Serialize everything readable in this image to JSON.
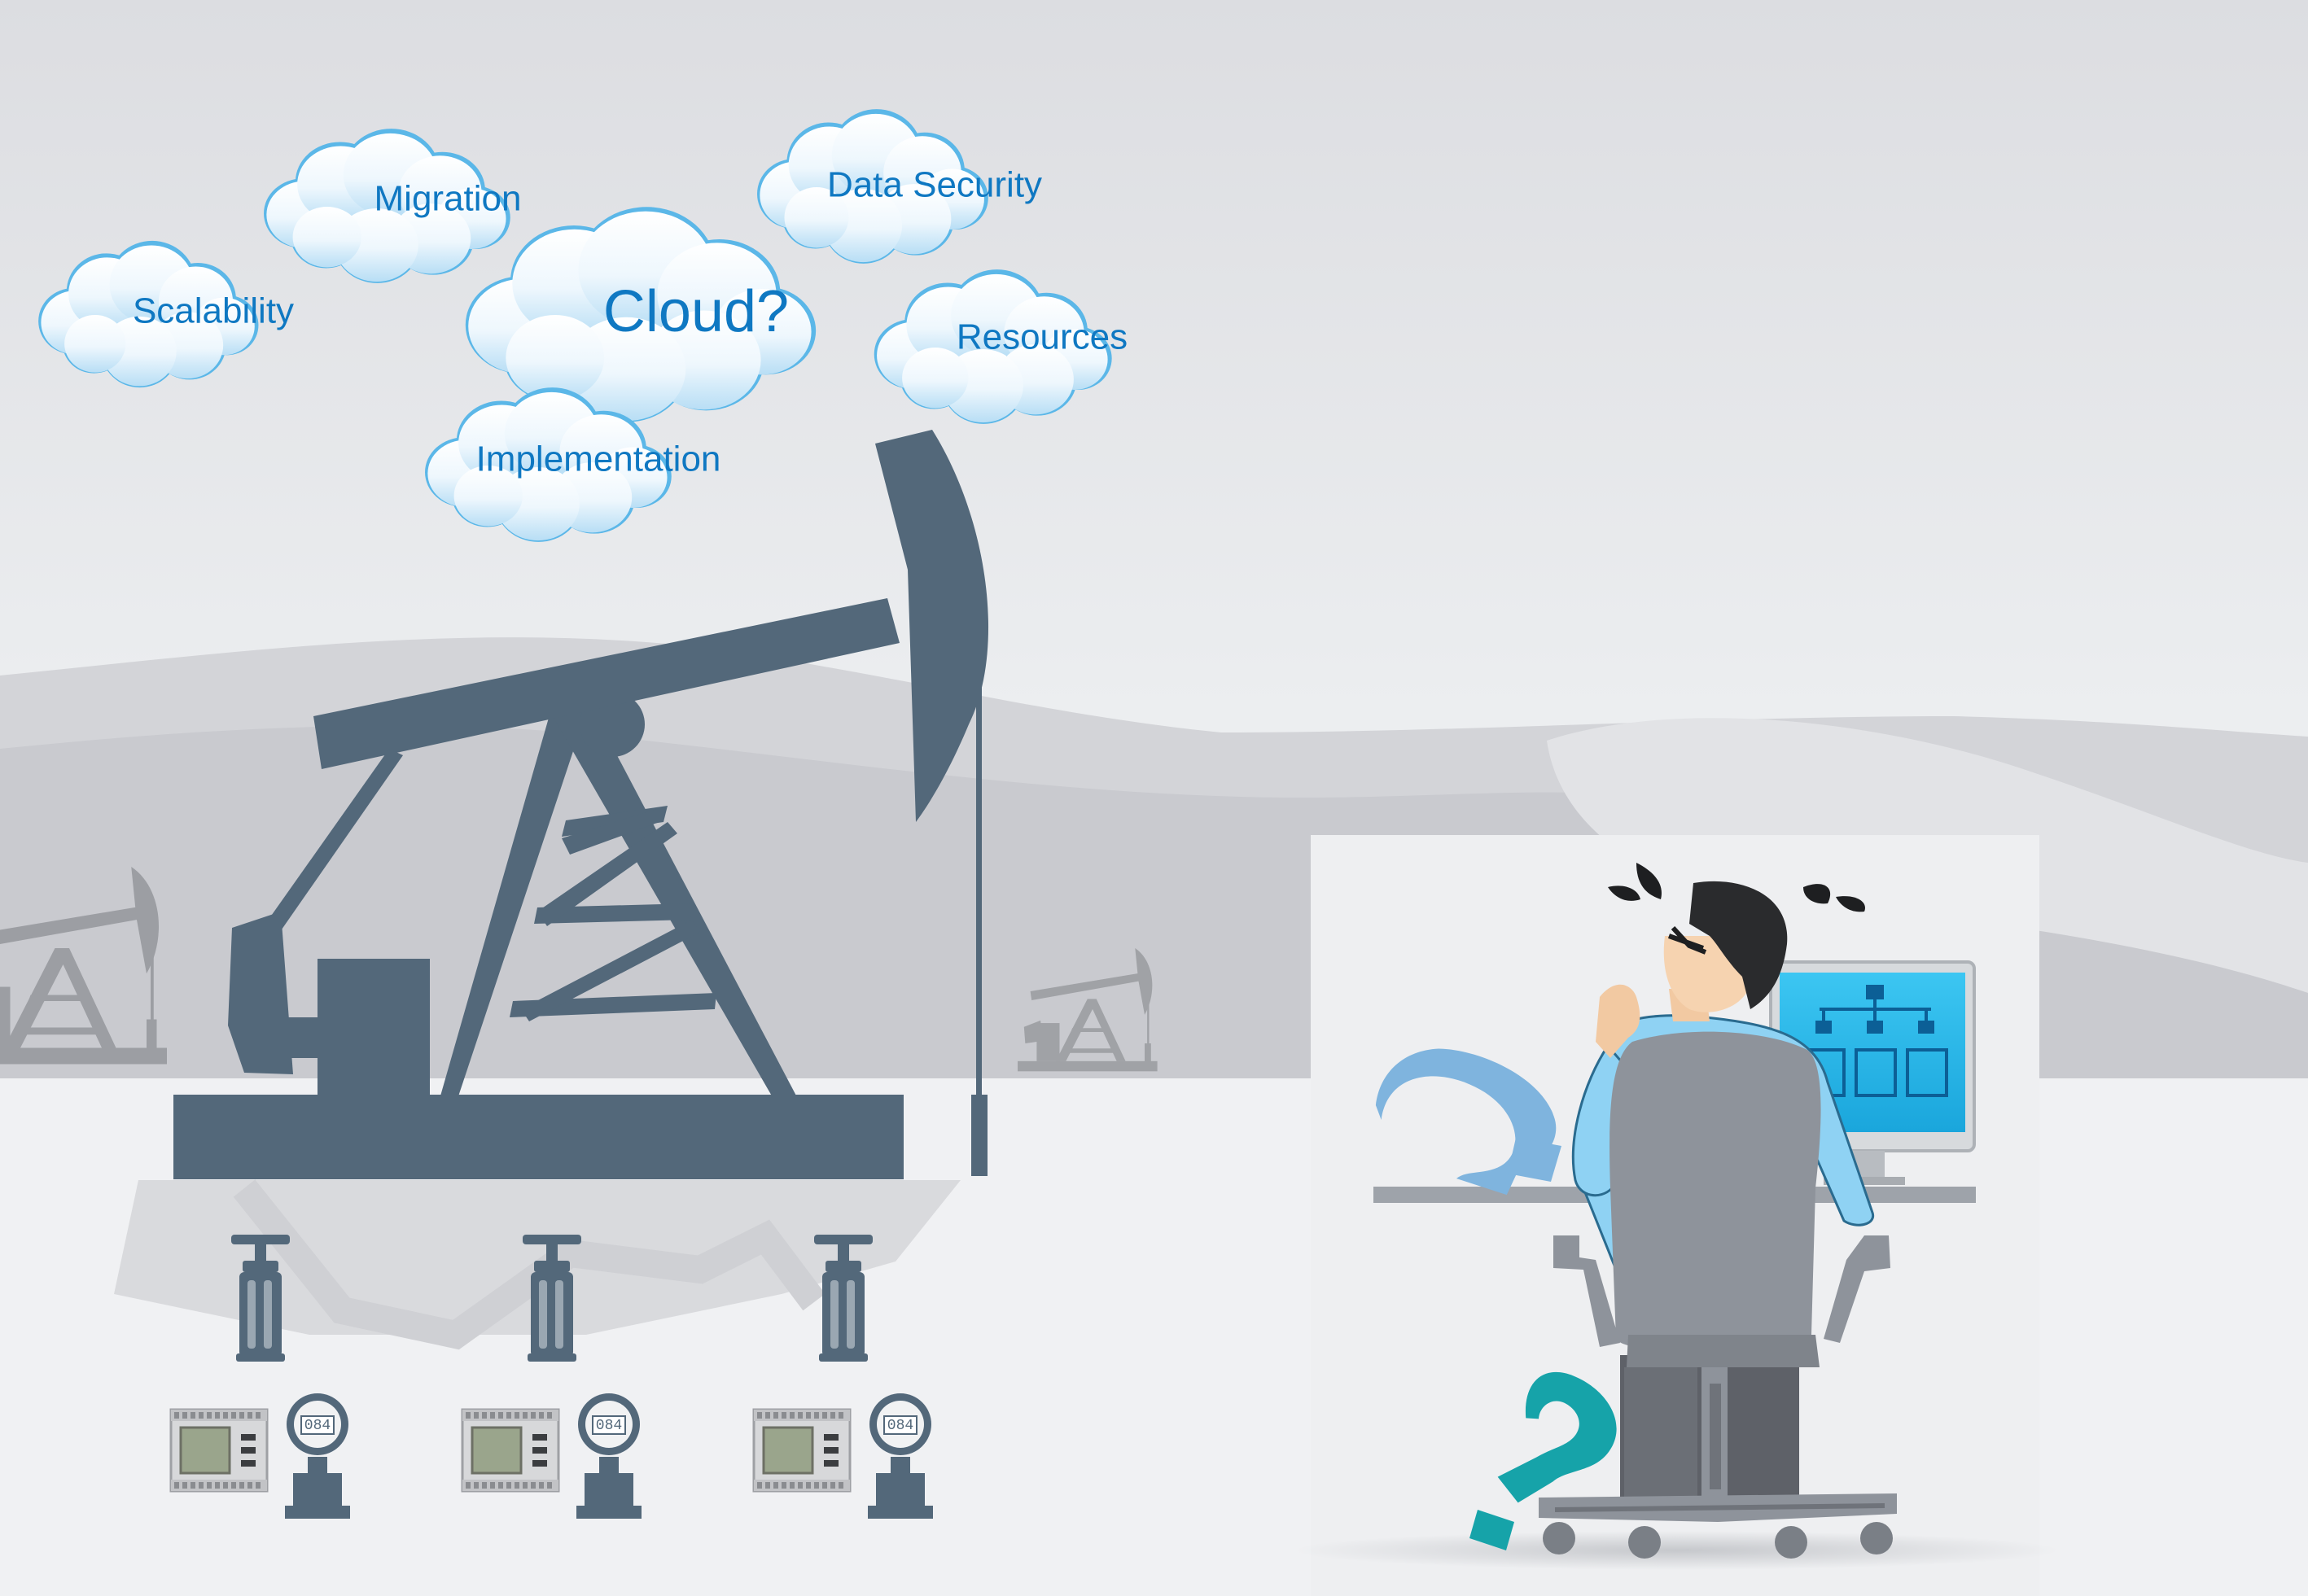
{
  "clouds": {
    "scalability": "Scalability",
    "migration": "Migration",
    "cloud": "Cloud?",
    "data_security": "Data Security",
    "resources": "Resources",
    "implementation": "Implementation"
  },
  "monitor_readings": [
    "084",
    "084",
    "084"
  ],
  "colors": {
    "sky_top": "#dcdde1",
    "sky_bottom": "#f6f7f8",
    "hill_far": "#c9cacf",
    "hill_near": "#d3d4d8",
    "ground": "#f0f1f3",
    "pump_jack": "#53687a",
    "pump_jack_far": "#8e9196",
    "cloud_text": "#0f78c2",
    "cloud_stroke": "#5bb7e8",
    "screen": "#22b8ea",
    "question_teal": "#16a3a9",
    "question_light": "#7fb4de",
    "chair": "#8e939b",
    "shirt": "#8fd2f3"
  },
  "icons": [
    "pump-jack-icon",
    "valve-icon",
    "plc-controller-icon",
    "pressure-gauge-icon",
    "question-mark-icon",
    "computer-monitor-icon",
    "office-chair-icon",
    "sweat-drop-icon"
  ]
}
